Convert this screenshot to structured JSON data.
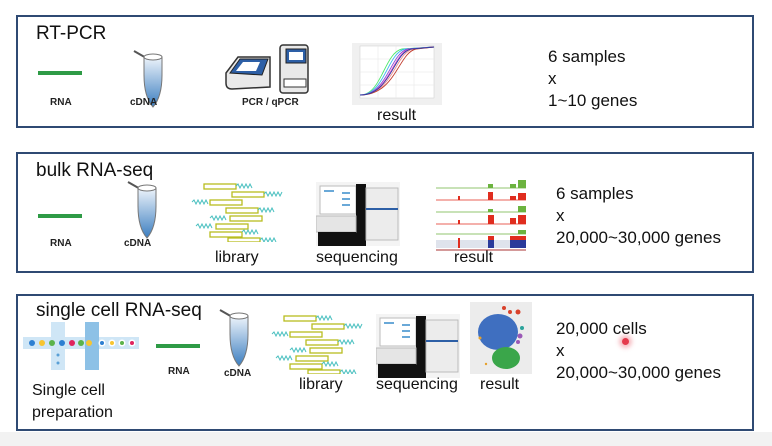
{
  "panels": [
    {
      "title": "RT-PCR",
      "labels": {
        "rna": "RNA",
        "cdna": "cDNA",
        "pcr": "PCR / qPCR",
        "result": "result"
      },
      "stats": [
        "6 samples",
        "x",
        "1~10 genes"
      ]
    },
    {
      "title": "bulk RNA-seq",
      "labels": {
        "rna": "RNA",
        "cdna": "cDNA",
        "library": "library",
        "sequencing": "sequencing",
        "result": "result"
      },
      "stats": [
        "6 samples",
        "x",
        "20,000~30,000 genes"
      ]
    },
    {
      "title": "single cell RNA-seq",
      "labels": {
        "prep_line1": "Single cell",
        "prep_line2": "preparation",
        "rna": "RNA",
        "cdna": "cDNA",
        "library": "library",
        "sequencing": "sequencing",
        "result": "result"
      },
      "stats": [
        "20,000 cells",
        "x",
        "20,000~30,000 genes"
      ]
    }
  ],
  "colors": {
    "border": "#2f4a73",
    "rna": "#2e9b46",
    "cursor": "#e53b4d"
  }
}
